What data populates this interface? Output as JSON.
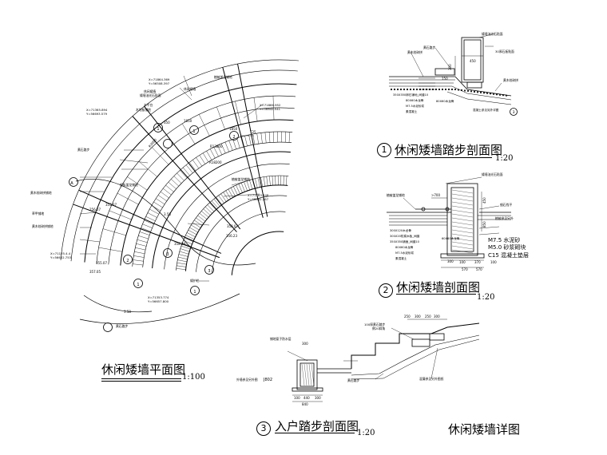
{
  "titles": {
    "plan": "休闲矮墙平面图",
    "plan_scale": "1:100",
    "sec1": "休闲矮墙踏步剖面图",
    "sec1_num": "1",
    "sec1_scale": "1:20",
    "sec2": "休闲矮墙剖面图",
    "sec2_num": "2",
    "sec2_scale": "1:20",
    "sec3": "入户踏步剖面图",
    "sec3_num": "3",
    "sec3_scale": "1:20",
    "sheet": "休闲矮墙详图"
  },
  "plan_labels": {
    "c1": "X=71864.369",
    "c1b": "Y=56508.397",
    "c2": "X=71866.952",
    "c2b": "Y=56642.541",
    "c3": "X=71365.894",
    "c3b": "Y=56693.579",
    "c4": "X=71135.4.4",
    "c4b": "Y=56622.753",
    "c5": "X=71353.774",
    "c5b": "Y=56657.800",
    "c6": "X=71163.648",
    "c6b": "Y=56642.267",
    "cap1": "休闲矮墙",
    "cap2": "矮墙油光石贴面",
    "cap3": "水平台",
    "cap4": "木地板铺地",
    "cap5": "黄石路步",
    "cap6": "细板盖龙铺地",
    "cap7": "黄木纹碎拼铺地",
    "cap8": "草甲铺地",
    "cap9": "黄木纹碎拼铺地",
    "cap10": "植被盖龙铺地",
    "cap11": "黄石路步",
    "cap12": "矮护栏",
    "cap13": "休闲矮墙",
    "cap14": "植被盖龙铺地",
    "rot1": "R3000",
    "rot2": "R13800",
    "rot3": "R18200",
    "d1": "350",
    "d2": "1850",
    "d3": "1850",
    "d4": "T25",
    "d5": "355.07",
    "d6": "256.07",
    "d7": "3.58",
    "d8": "358.07",
    "d9": "356.23",
    "d10": "358.20",
    "d11": "357.05",
    "d12": "355.07",
    "d13": "3.58",
    "mA": "A",
    "m1a": "1",
    "m1b": "1",
    "m2a": "2",
    "m2b": "2",
    "m3a": "3",
    "m3b": "3",
    "m4": "1",
    "m5": "1"
  },
  "sec1_labels": {
    "t1": "矮墙油光石贴面",
    "t2": "黄石路步",
    "t3": "黄木纹碎拼",
    "t4": "30厚石板贴面",
    "t5": "黄木纹碎拼",
    "t6": "350X350卵石铺地_间缝10",
    "t7": "80X60木龙骨",
    "t8": "M7.5水泥砂浆",
    "t9": "素混凝土",
    "t10": "80X60木龙骨",
    "t11": "混凝土参见另外详图",
    "d1": "450",
    "d2": "300",
    "d3": "150",
    "m": "3"
  },
  "sec2_labels": {
    "t1": "矮墙油光石贴面",
    "t2": "植被盖龙铺地",
    "t3": "细石找平",
    "t4": "植被参见另外",
    "t5": "300X120木龙骨",
    "t6": "300X20防腐木板_间缝",
    "t7": "350X350铺面_间缝10",
    "t8": "80X60木龙骨",
    "t9": "M7.5水泥砂浆",
    "t10": "素混凝土",
    "t11": "M7.5 水泥砂",
    "t12": "M5.0 砂浆砌块",
    "t13": "C15 混凝土垫层",
    "d1": ">700",
    "d2": "100",
    "d3": "370",
    "d4": "570",
    "d5": "570",
    "d6": "450",
    "d7": "850",
    "d8": "60X60木龙骨",
    "d9": "300",
    "d10": "100"
  },
  "sec3_labels": {
    "t1": "铺地厦子防水层",
    "t2": "100厚黄石踏步",
    "t3": "倒20斜角",
    "t4": "外墙参见另外图",
    "t5": "黄石路步",
    "t6": "混凝参见另外图纸",
    "t7": "J802",
    "d1": "300",
    "d2": "250",
    "d3": "300",
    "d4": "250",
    "d5": "300",
    "d6": "100",
    "d7": "440",
    "d8": "300",
    "d9": "840"
  }
}
